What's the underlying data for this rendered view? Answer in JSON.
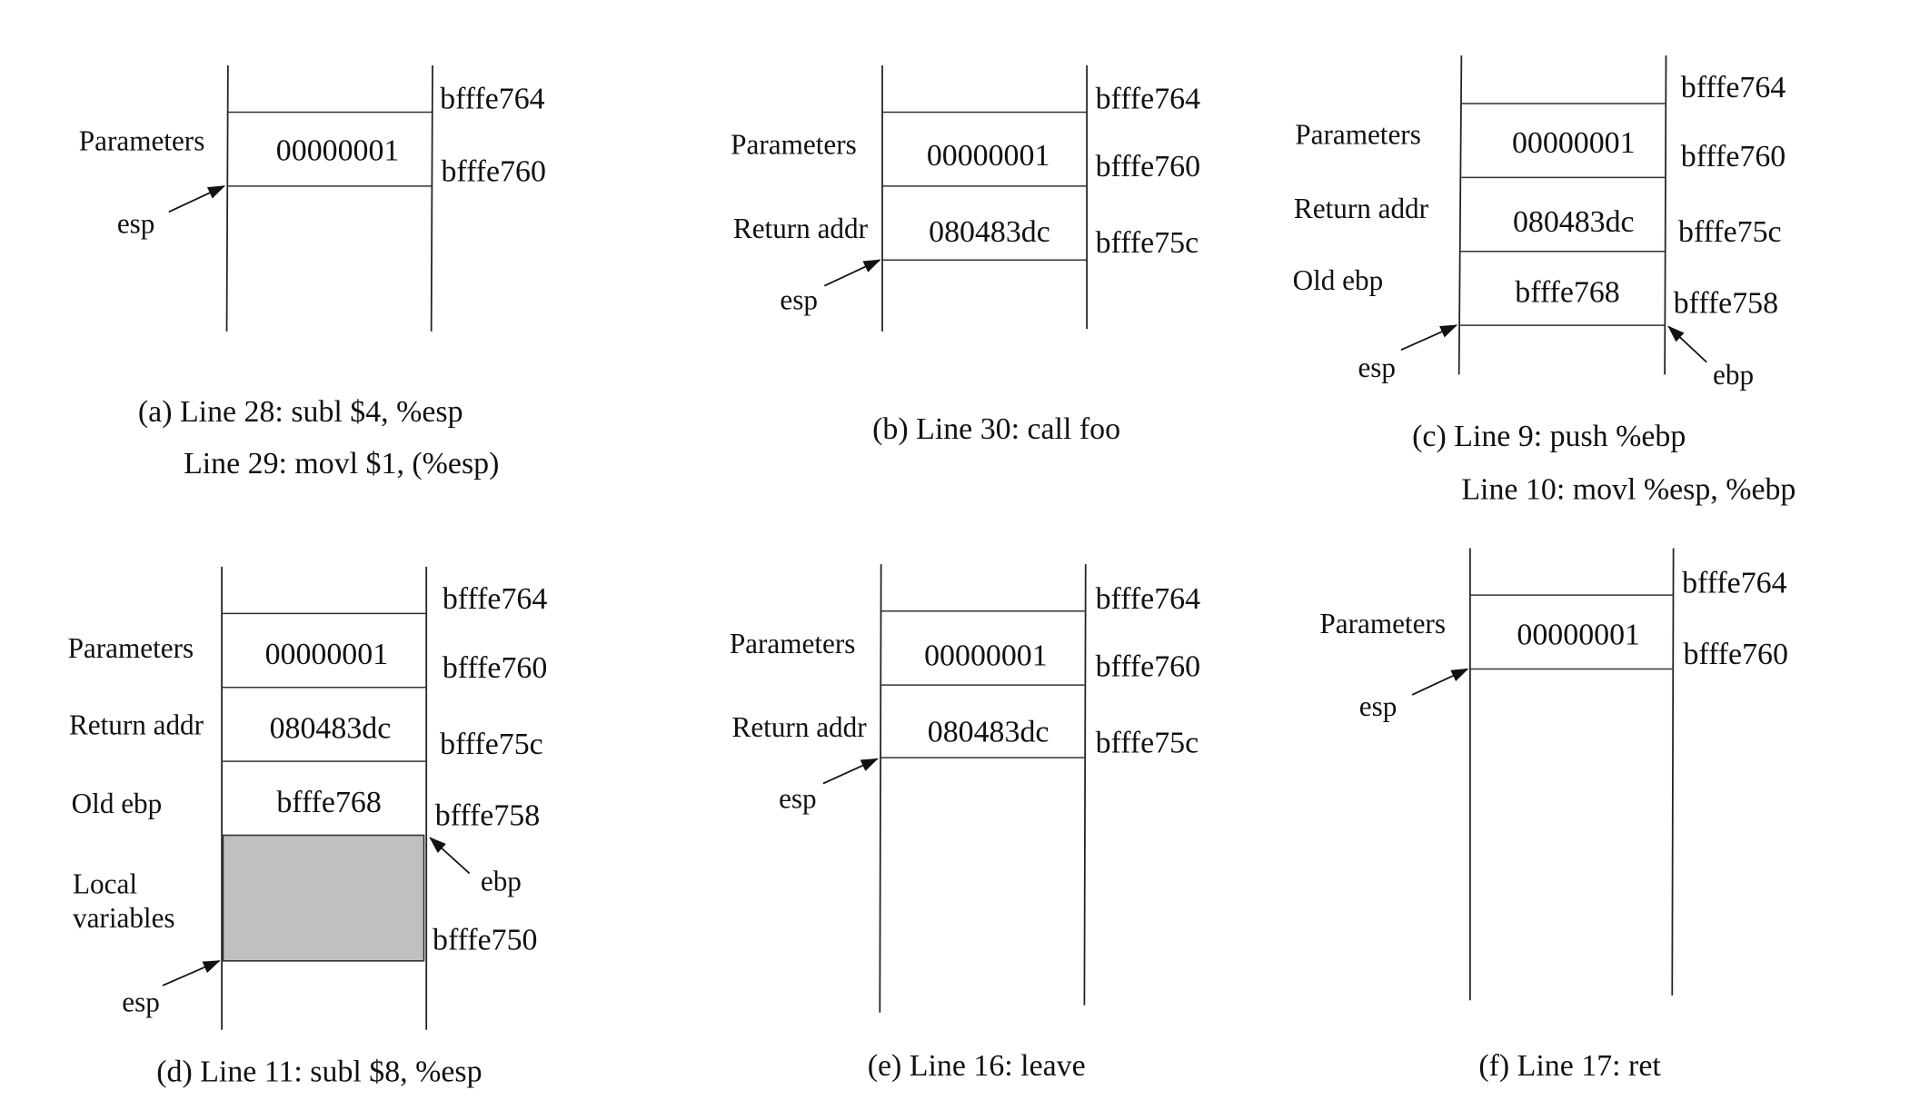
{
  "figure": {
    "panels": [
      {
        "id": "a",
        "caption_lines": [
          "(a) Line 28: subl $4, %esp",
          "Line 29: movl $1, (%esp)"
        ],
        "addresses": [
          "bfffe764",
          "bfffe760"
        ],
        "slots": [
          {
            "label": "Parameters",
            "value": "00000001"
          }
        ],
        "pointers": [
          {
            "name": "esp",
            "side": "left",
            "points_to": "bfffe760"
          }
        ]
      },
      {
        "id": "b",
        "caption_lines": [
          "(b) Line 30: call foo"
        ],
        "addresses": [
          "bfffe764",
          "bfffe760",
          "bfffe75c"
        ],
        "slots": [
          {
            "label": "Parameters",
            "value": "00000001"
          },
          {
            "label": "Return addr",
            "value": "080483dc"
          }
        ],
        "pointers": [
          {
            "name": "esp",
            "side": "left",
            "points_to": "bfffe75c"
          }
        ]
      },
      {
        "id": "c",
        "caption_lines": [
          "(c) Line 9: push %ebp",
          "Line 10: movl %esp, %ebp"
        ],
        "addresses": [
          "bfffe764",
          "bfffe760",
          "bfffe75c",
          "bfffe758"
        ],
        "slots": [
          {
            "label": "Parameters",
            "value": "00000001"
          },
          {
            "label": "Return addr",
            "value": "080483dc"
          },
          {
            "label": "Old ebp",
            "value": "bfffe768"
          }
        ],
        "pointers": [
          {
            "name": "esp",
            "side": "left",
            "points_to": "bfffe758"
          },
          {
            "name": "ebp",
            "side": "right",
            "points_to": "bfffe758"
          }
        ]
      },
      {
        "id": "d",
        "caption_lines": [
          "(d) Line 11: subl $8, %esp"
        ],
        "addresses": [
          "bfffe764",
          "bfffe760",
          "bfffe75c",
          "bfffe758",
          "bfffe750"
        ],
        "slots": [
          {
            "label": "Parameters",
            "value": "00000001"
          },
          {
            "label": "Return addr",
            "value": "080483dc"
          },
          {
            "label": "Old ebp",
            "value": "bfffe768"
          },
          {
            "label_lines": [
              "Local",
              "variables"
            ],
            "value": "",
            "shaded": true
          }
        ],
        "pointers": [
          {
            "name": "ebp",
            "side": "right",
            "points_to": "bfffe758"
          },
          {
            "name": "esp",
            "side": "left",
            "points_to": "bfffe750"
          }
        ]
      },
      {
        "id": "e",
        "caption_lines": [
          "(e) Line 16: leave"
        ],
        "addresses": [
          "bfffe764",
          "bfffe760",
          "bfffe75c"
        ],
        "slots": [
          {
            "label": "Parameters",
            "value": "00000001"
          },
          {
            "label": "Return addr",
            "value": "080483dc"
          }
        ],
        "pointers": [
          {
            "name": "esp",
            "side": "left",
            "points_to": "bfffe75c"
          }
        ]
      },
      {
        "id": "f",
        "caption_lines": [
          "(f) Line 17: ret"
        ],
        "addresses": [
          "bfffe764",
          "bfffe760"
        ],
        "slots": [
          {
            "label": "Parameters",
            "value": "00000001"
          }
        ],
        "pointers": [
          {
            "name": "esp",
            "side": "left",
            "points_to": "bfffe760"
          }
        ]
      }
    ],
    "colors": {
      "shaded_region": "#c0c0c0",
      "lines": "#222222"
    }
  }
}
